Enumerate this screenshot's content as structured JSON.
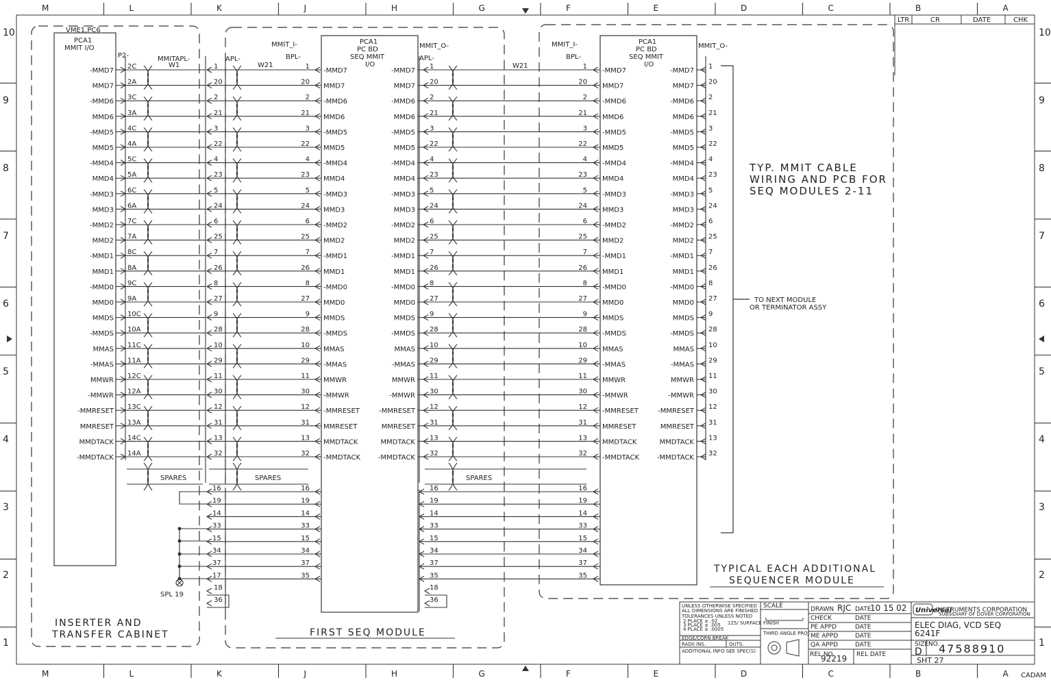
{
  "border": {
    "cols_top": [
      "M",
      "L",
      "K",
      "J",
      "H",
      "G",
      "F",
      "E",
      "D",
      "C",
      "B",
      "A"
    ],
    "rows": [
      "10",
      "9",
      "8",
      "7",
      "6",
      "5",
      "4",
      "3",
      "2",
      "1"
    ]
  },
  "revision": {
    "ltr": "LTR",
    "cr": "CR",
    "date": "DATE",
    "chk": "CHK"
  },
  "cabinet": {
    "header": "VME1,PC6",
    "pca_line1": "PCA1",
    "pca_line2": "MMIT I/O",
    "p2": "P2-",
    "mmitapl": "MMITAPL-",
    "w1": "W1",
    "title_line1": "INSERTER AND",
    "title_line2": "TRANSFER CABINET"
  },
  "first_module": {
    "mmit_i": "MMIT_I-",
    "apl": "APL-",
    "w21": "W21",
    "bpl": "BPL-",
    "pcb_lines": [
      "PCA1",
      "PC BD",
      "SEQ MMIT",
      "I/O"
    ],
    "mmit_o": "MMIT_O-",
    "apl_o": "APL-",
    "w21_o": "W21",
    "title": "FIRST SEQ MODULE",
    "spl": "SPL 19"
  },
  "typ_module": {
    "mmit_i": "MMIT_I-",
    "bpl": "BPL-",
    "pcb_lines": [
      "PCA1",
      "PC BD",
      "SEQ MMIT",
      "I/O"
    ],
    "mmit_o": "MMIT_O-",
    "note_line1": "TYP. MMIT CABLE",
    "note_line2": "WIRING AND PCB FOR",
    "note_line3": "SEQ MODULES 2-11",
    "next_line1": "TO NEXT MODULE",
    "next_line2": "OR TERMINATOR ASSY",
    "title_line1": "TYPICAL EACH ADDITIONAL",
    "title_line2": "SEQUENCER MODULE"
  },
  "signals": [
    {
      "name": "-MMD7",
      "p2": "2C",
      "pin": "1"
    },
    {
      "name": "MMD7",
      "p2": "2A",
      "pin": "20"
    },
    {
      "name": "-MMD6",
      "p2": "3C",
      "pin": "2"
    },
    {
      "name": "MMD6",
      "p2": "3A",
      "pin": "21"
    },
    {
      "name": "-MMD5",
      "p2": "4C",
      "pin": "3"
    },
    {
      "name": "MMD5",
      "p2": "4A",
      "pin": "22"
    },
    {
      "name": "-MMD4",
      "p2": "5C",
      "pin": "4"
    },
    {
      "name": "MMD4",
      "p2": "5A",
      "pin": "23"
    },
    {
      "name": "-MMD3",
      "p2": "6C",
      "pin": "5"
    },
    {
      "name": "MMD3",
      "p2": "6A",
      "pin": "24"
    },
    {
      "name": "-MMD2",
      "p2": "7C",
      "pin": "6"
    },
    {
      "name": "MMD2",
      "p2": "7A",
      "pin": "25"
    },
    {
      "name": "-MMD1",
      "p2": "8C",
      "pin": "7"
    },
    {
      "name": "MMD1",
      "p2": "8A",
      "pin": "26"
    },
    {
      "name": "-MMD0",
      "p2": "9C",
      "pin": "8"
    },
    {
      "name": "MMD0",
      "p2": "9A",
      "pin": "27"
    },
    {
      "name": "MMDS",
      "p2": "10C",
      "pin": "9"
    },
    {
      "name": "-MMDS",
      "p2": "10A",
      "pin": "28"
    },
    {
      "name": "MMAS",
      "p2": "11C",
      "pin": "10"
    },
    {
      "name": "-MMAS",
      "p2": "11A",
      "pin": "29"
    },
    {
      "name": "MMWR",
      "p2": "12C",
      "pin": "11"
    },
    {
      "name": "-MMWR",
      "p2": "12A",
      "pin": "30"
    },
    {
      "name": "-MMRESET",
      "p2": "13C",
      "pin": "12"
    },
    {
      "name": "MMRESET",
      "p2": "13A",
      "pin": "31"
    },
    {
      "name": "MMDTACK",
      "p2": "14C",
      "pin": "13"
    },
    {
      "name": "-MMDTACK",
      "p2": "14A",
      "pin": "32"
    }
  ],
  "spares_label": "SPARES",
  "bottom_pins": [
    "16",
    "19",
    "14",
    "33",
    "15",
    "34",
    "37",
    "17"
  ],
  "bottom_pins_right": [
    "16",
    "19",
    "14",
    "33",
    "15",
    "34",
    "37",
    "35"
  ],
  "extra_pins": [
    "18",
    "36"
  ],
  "title_block": {
    "tol_lines": [
      "UNLESS OTHERWISE SPECIFIED",
      "ALL DIMENSIONS ARE FINISHED",
      "TOLERANCES UNLESS NOTED",
      "2 PLACE ± .02",
      "3 PLACE ± .005",
      "4 PLACE ± .0005"
    ],
    "surface": "125/ SURFACE FINISH",
    "edge": "EDGE/CORN BREAK",
    "radii": "RADII INS.",
    "outs": "OUTS.",
    "additional": "ADDITIONAL INFO SEE SPEC(S)",
    "scale": "SCALE",
    "third_angle": "THIRD ANGLE PROJ.",
    "drawn": "DRAWN",
    "drawn_by": "RJC",
    "date_label": "DATE",
    "drawn_date": "10 15 02",
    "check": "CHECK",
    "pe_appd": "PE APPD",
    "me_appd": "ME APPD",
    "qa_appd": "QA APPD",
    "rel_no_label": "REL NO.",
    "rel_no": "92219",
    "rel_date": "REL DATE",
    "company_logo": "Universal",
    "company": "INSTRUMENTS CORPORATION",
    "subsidiary": "SUBSIDIARY OF DOVER CORPORATION",
    "title_line1": "ELEC DIAG, VCD SEQ",
    "title_line2": "6241F",
    "size_label": "SIZE",
    "size": "D",
    "no_label": "NO.",
    "number": "47588910",
    "sheet": "SHT 27",
    "cadam": "CADAM"
  }
}
